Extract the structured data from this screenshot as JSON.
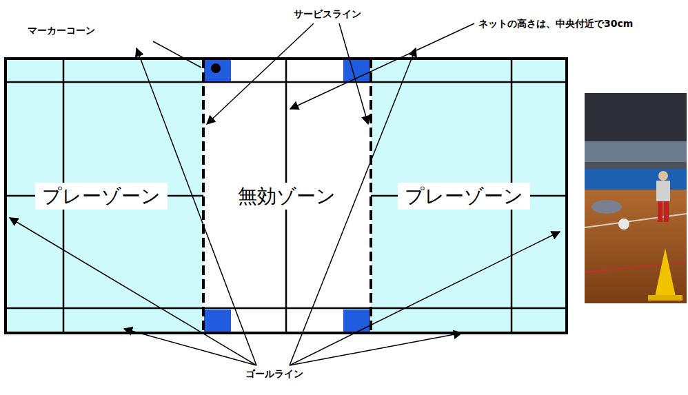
{
  "diagram": {
    "nodes": [
      {
        "text": [
          "プレーゾーン"
        ]
      },
      {
        "text": [
          "無効ゾーン"
        ]
      },
      {
        "text": [
          "プレーゾーン"
        ]
      }
    ],
    "labels": [
      "マーカーコーン",
      "サービスライン",
      "ネットの高さは、中央付近で30cm",
      "ゴールライン"
    ]
  }
}
